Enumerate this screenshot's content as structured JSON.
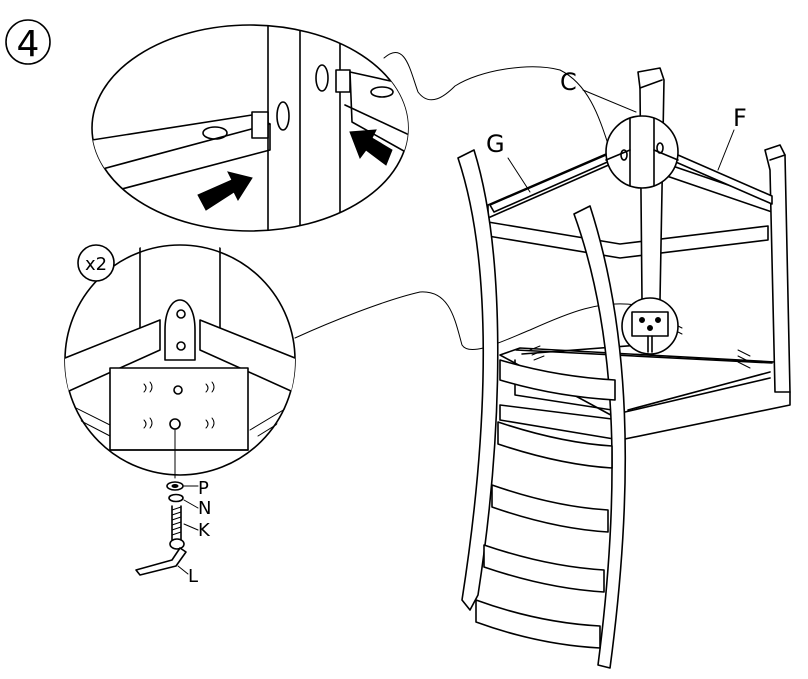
{
  "step": {
    "number": "4"
  },
  "details": {
    "top_multiplier": "",
    "bottom_multiplier": "x2"
  },
  "labels": {
    "C": "C",
    "F": "F",
    "G": "G",
    "P": "P",
    "N": "N",
    "K": "K",
    "L": "L"
  },
  "colors": {
    "ink": "#000000",
    "paper": "#ffffff"
  }
}
